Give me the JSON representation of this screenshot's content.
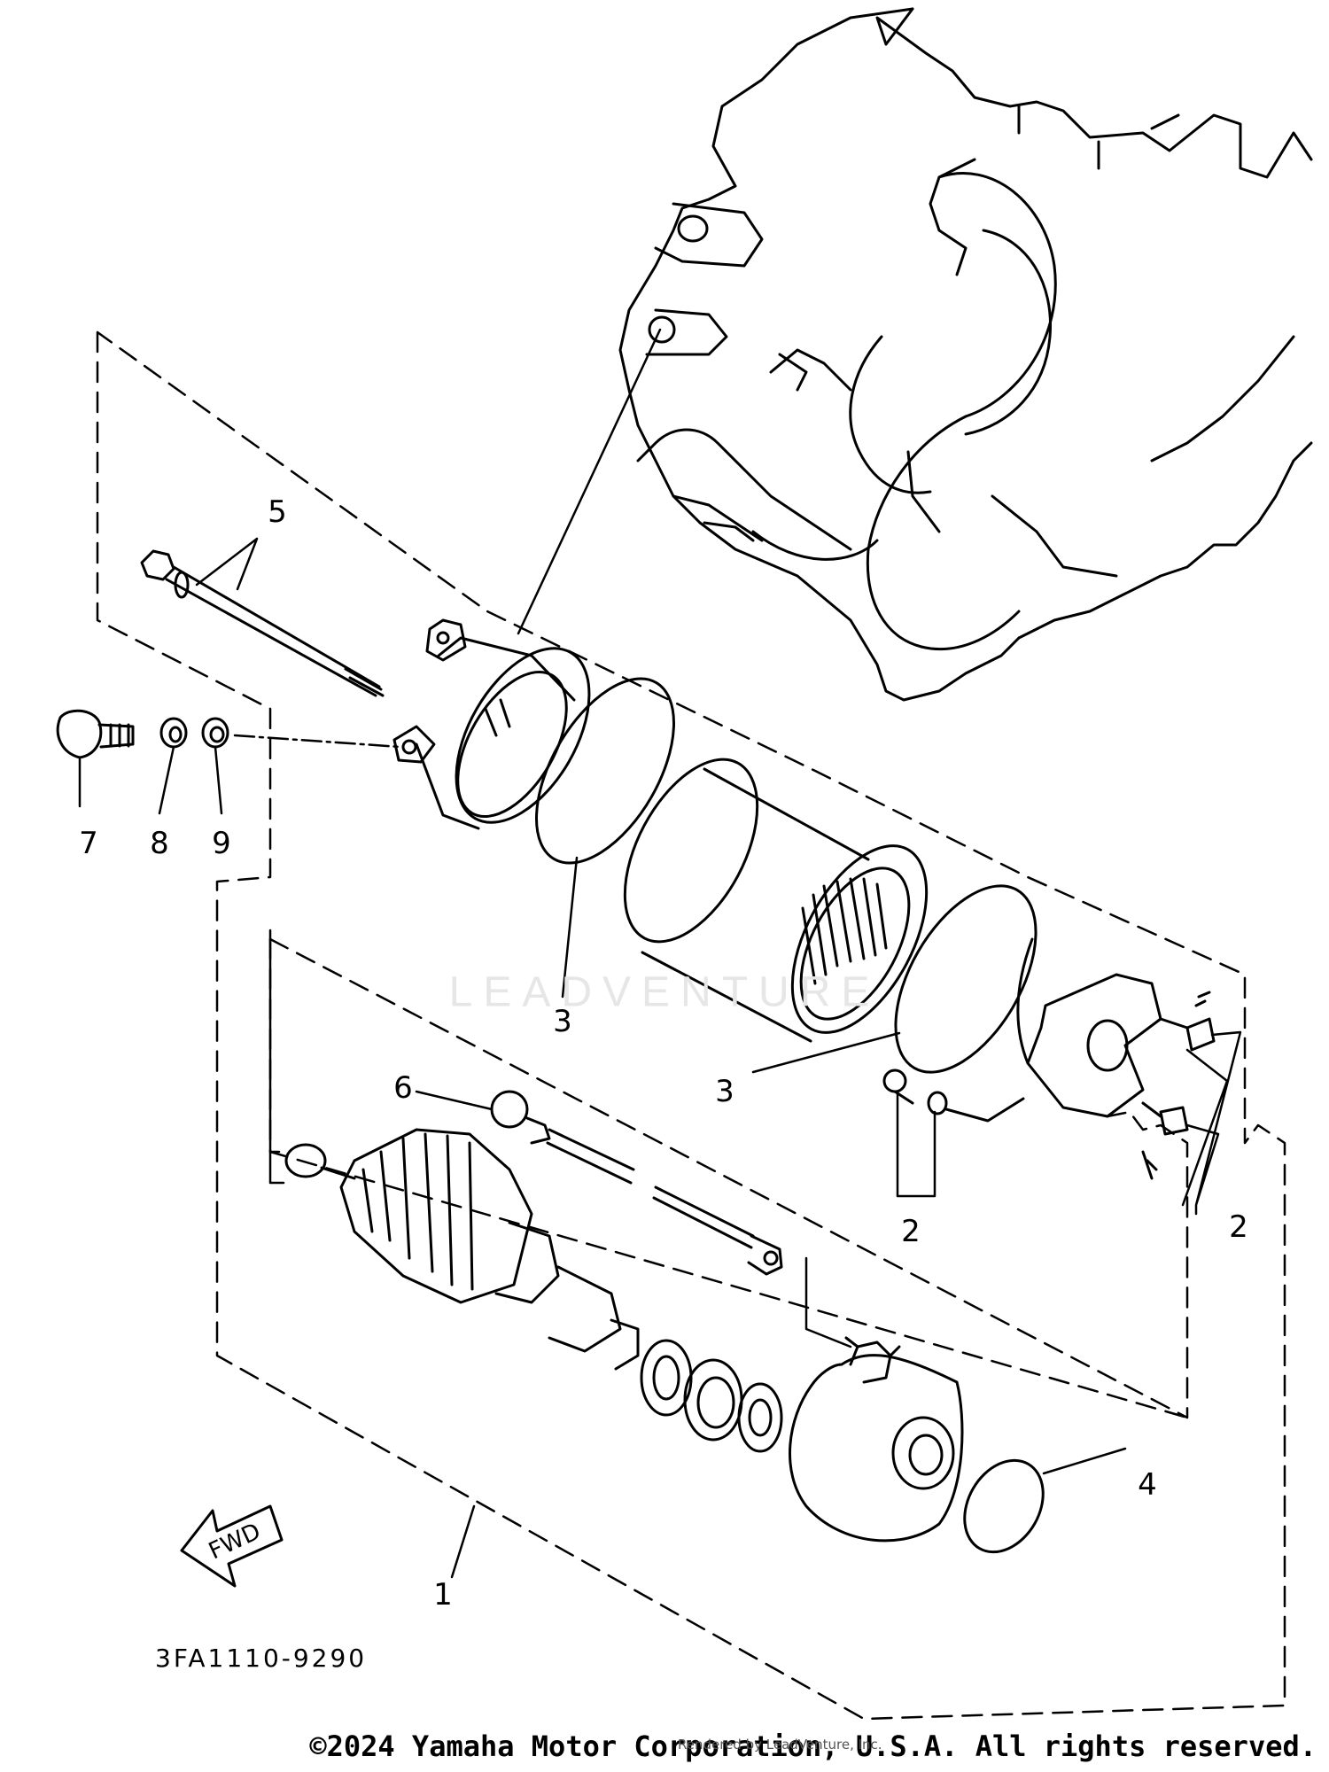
{
  "diagram": {
    "figure_code": "3FA1110-9290",
    "fwd_label": "FWD",
    "watermark": "LEADVENTURE",
    "copyright": "©2024 Yamaha Motor Corporation, U.S.A. All rights reserved.",
    "rendered_note": "Rendered by LeadVenture, Inc.",
    "callouts": {
      "c1": "1",
      "c2a": "2",
      "c2b": "2",
      "c3a": "3",
      "c3b": "3",
      "c4": "4",
      "c5": "5",
      "c6": "6",
      "c7": "7",
      "c8": "8",
      "c9": "9"
    }
  }
}
